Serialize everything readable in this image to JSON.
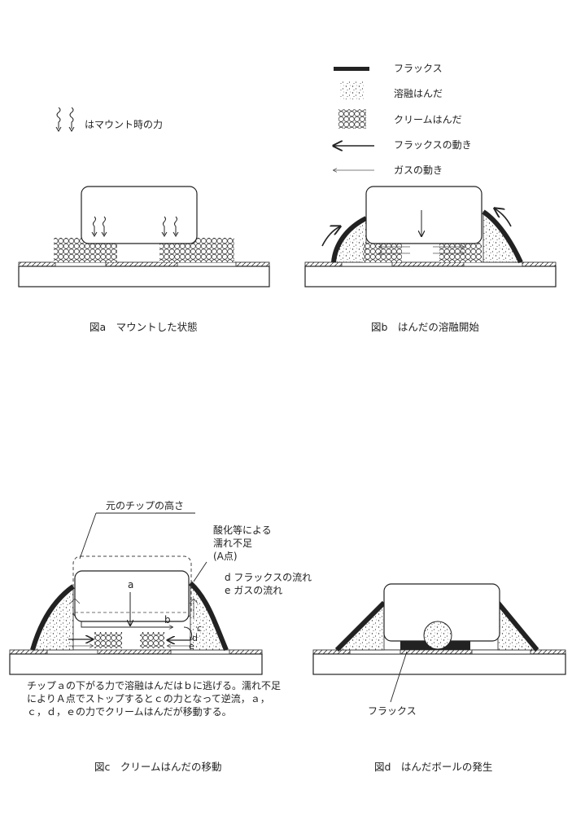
{
  "legend_top_left": {
    "mount_force": "はマウント時の力"
  },
  "legend": {
    "flux": "フラックス",
    "molten_solder": "溶融はんだ",
    "cream_solder": "クリームはんだ",
    "flux_motion": "フラックスの動き",
    "gas_motion": "ガスの動き"
  },
  "captions": {
    "a": "図a　マウントした状態",
    "b": "図b　はんだの溶融開始",
    "c": "図c　クリームはんだの移動",
    "d": "図d　はんだボールの発生"
  },
  "fig_c": {
    "original_height": "元のチップの高さ",
    "wetting_line1": "酸化等による",
    "wetting_line2": "濡れ不足",
    "wetting_line3": "(A点)",
    "flow_d": "d フラックスの流れ",
    "flow_e": "e ガスの流れ",
    "label_a": "a",
    "label_b": "b",
    "label_c": "c",
    "label_d": "d",
    "label_e": "e",
    "description": "チップａの下がる力で溶融はんだはｂに逃げる。濡れ不足によりＡ点でストップするとｃの力となって逆流，ａ，ｃ，ｄ，ｅの力でクリームはんだが移動する。"
  },
  "fig_d": {
    "flux_label": "フラックス"
  }
}
